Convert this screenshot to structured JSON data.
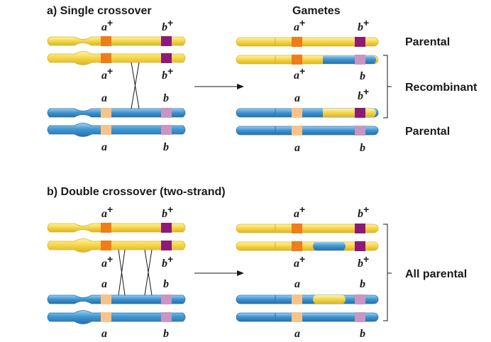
{
  "section_a": {
    "title": "a) Single crossover",
    "gametes_title": "Gametes",
    "labels": {
      "parental_1": "Parental",
      "recombinant": "Recombinant",
      "parental_2": "Parental"
    }
  },
  "section_b": {
    "title": "b) Double crossover (two-strand)",
    "labels": {
      "all_parental": "All parental"
    }
  },
  "alleles": {
    "a_dominant": "a",
    "b_dominant": "b",
    "a_recessive": "a",
    "b_recessive": "b",
    "plus": "+"
  },
  "colors": {
    "yellow": "#f6d84a",
    "yellow_edge": "#d8b52b",
    "blue": "#3f97d2",
    "blue_edge": "#2a75ad",
    "orange": "#ef7d1a",
    "purple": "#8d1a78",
    "peach": "#f7c38b",
    "pink": "#c996c2",
    "line": "#1a1a1a"
  }
}
